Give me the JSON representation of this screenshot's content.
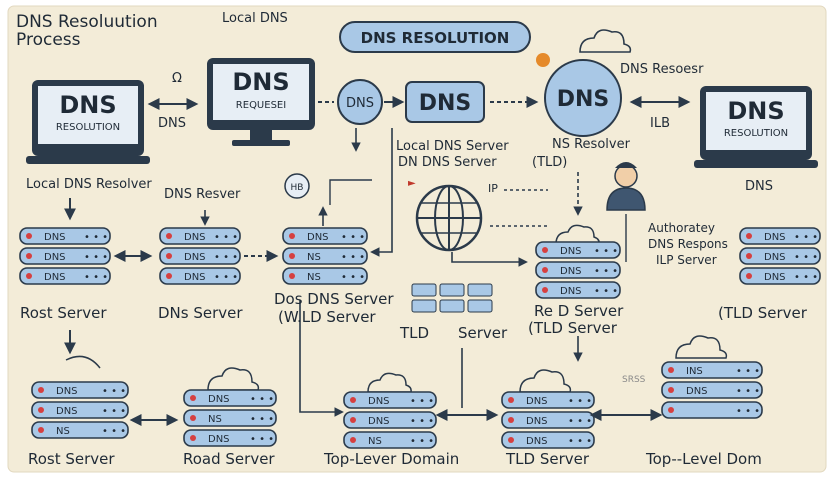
{
  "diagram": {
    "title_line1": "DNS Resoluution",
    "title_line2": "Process",
    "banner": "DNS RESOLUTION",
    "header_local_dns": "Local DNS",
    "dns_resolver_top": "DNS Resoesr",
    "monitor_left_big": "DNS",
    "monitor_left_small": "RESOLUTION",
    "monitor_center_big": "DNS",
    "monitor_center_small": "REQUESEI",
    "monitor_right_big": "DNS",
    "monitor_right_small": "RESOLUTION",
    "dns_beside_left": "DNS",
    "small_icon_top": "Ω",
    "bubble_dns": "DNS",
    "box_dns": "DNS",
    "ns_resolver_circle": "DNS",
    "ilb": "ILB",
    "local_dns_server": "Local DNS Server",
    "dn_dns_server": "DN DNS Server",
    "tld_paren": "(TLD)",
    "ns_resolver_label": "NS Resolver",
    "dns_under_right": "DNS",
    "local_dns_resolver": "Local DNS Resolver",
    "dns_resver": "DNS Resver",
    "hb_circle": "HB",
    "ip_label": "IP",
    "authority_line1": "Authoratey",
    "authority_line2": "DNS Respons",
    "authority_line3": "ILP Server",
    "row1_labels": {
      "a": "Rost Server",
      "b": "DNs Server",
      "c1": "Dos DNS Server",
      "c2": "(W.LD Server",
      "tld": "TLD",
      "server": "Server",
      "d1": "Re D Server",
      "d2": "(TLD Server",
      "e": "(TLD Server"
    },
    "row2_labels": {
      "a": "Rost Server",
      "b": "Road Server",
      "c": "Top-Lever Domain",
      "d": "TLD Server",
      "e": "Top--Level Dom"
    },
    "bottom_sres": "SRSS",
    "server_rows": {
      "s1": [
        "DNS",
        "DNS",
        "DNS"
      ],
      "s2": [
        "DNS",
        "DNS",
        "DNS"
      ],
      "s3": [
        "DNS",
        "NS",
        "NS"
      ],
      "s4": [
        "DNS",
        "DNS",
        "DNS"
      ],
      "s5": [
        "DNS",
        "DNS",
        "DNS"
      ],
      "s6": [
        "INS",
        "DNS",
        ""
      ],
      "s7": [
        "DNS",
        "DNS",
        "NS"
      ],
      "s8": [
        "DNS",
        "NS",
        "DNS"
      ],
      "s9": [
        "DNS",
        "DNS",
        "NS"
      ],
      "s10": [
        "DNS",
        "DNS",
        "DNS"
      ]
    },
    "colors": {
      "background": "#f3ecd8",
      "server_fill": "#a9c8e6",
      "outline": "#2b3a4a",
      "accent_orange": "#e58a2a"
    }
  }
}
